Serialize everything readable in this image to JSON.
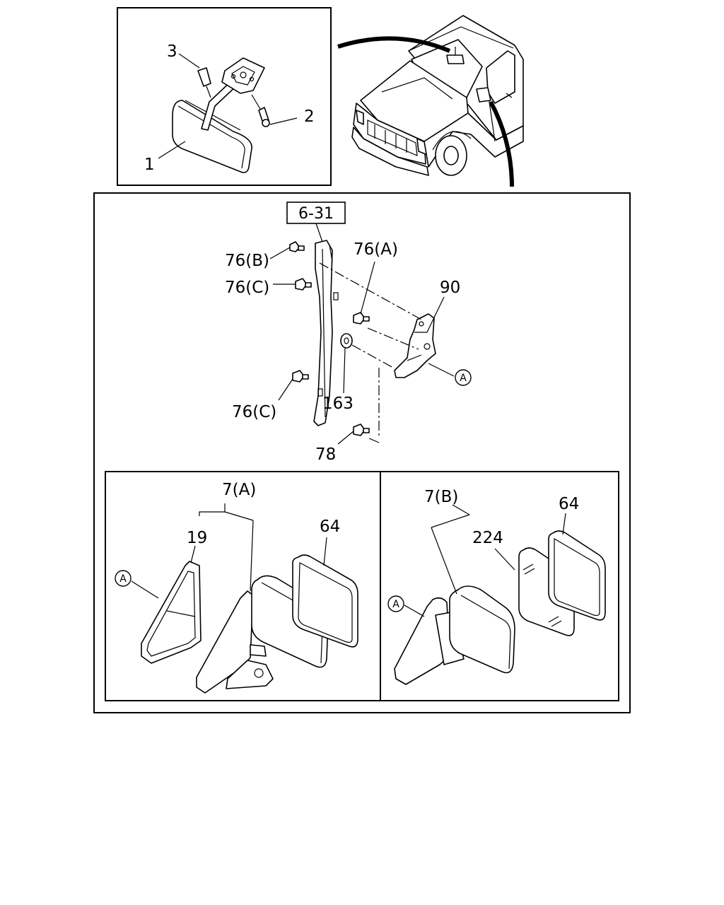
{
  "labels": {
    "inner_mirror": "1",
    "bolt": "2",
    "pin": "3",
    "page_ref": "6-31",
    "screw_b": "76(B)",
    "screw_a": "76(A)",
    "screw_c_upper": "76(C)",
    "screw_c_lower": "76(C)",
    "bracket": "90",
    "washer": "163",
    "screw_78": "78",
    "mirror_assy_a": "7(A)",
    "gasket_19": "19",
    "glass_64_left": "64",
    "mirror_assy_b": "7(B)",
    "glass_224": "224",
    "glass_64_right": "64",
    "ref_a_bracket": "A",
    "ref_a_left": "A",
    "ref_a_right": "A"
  }
}
